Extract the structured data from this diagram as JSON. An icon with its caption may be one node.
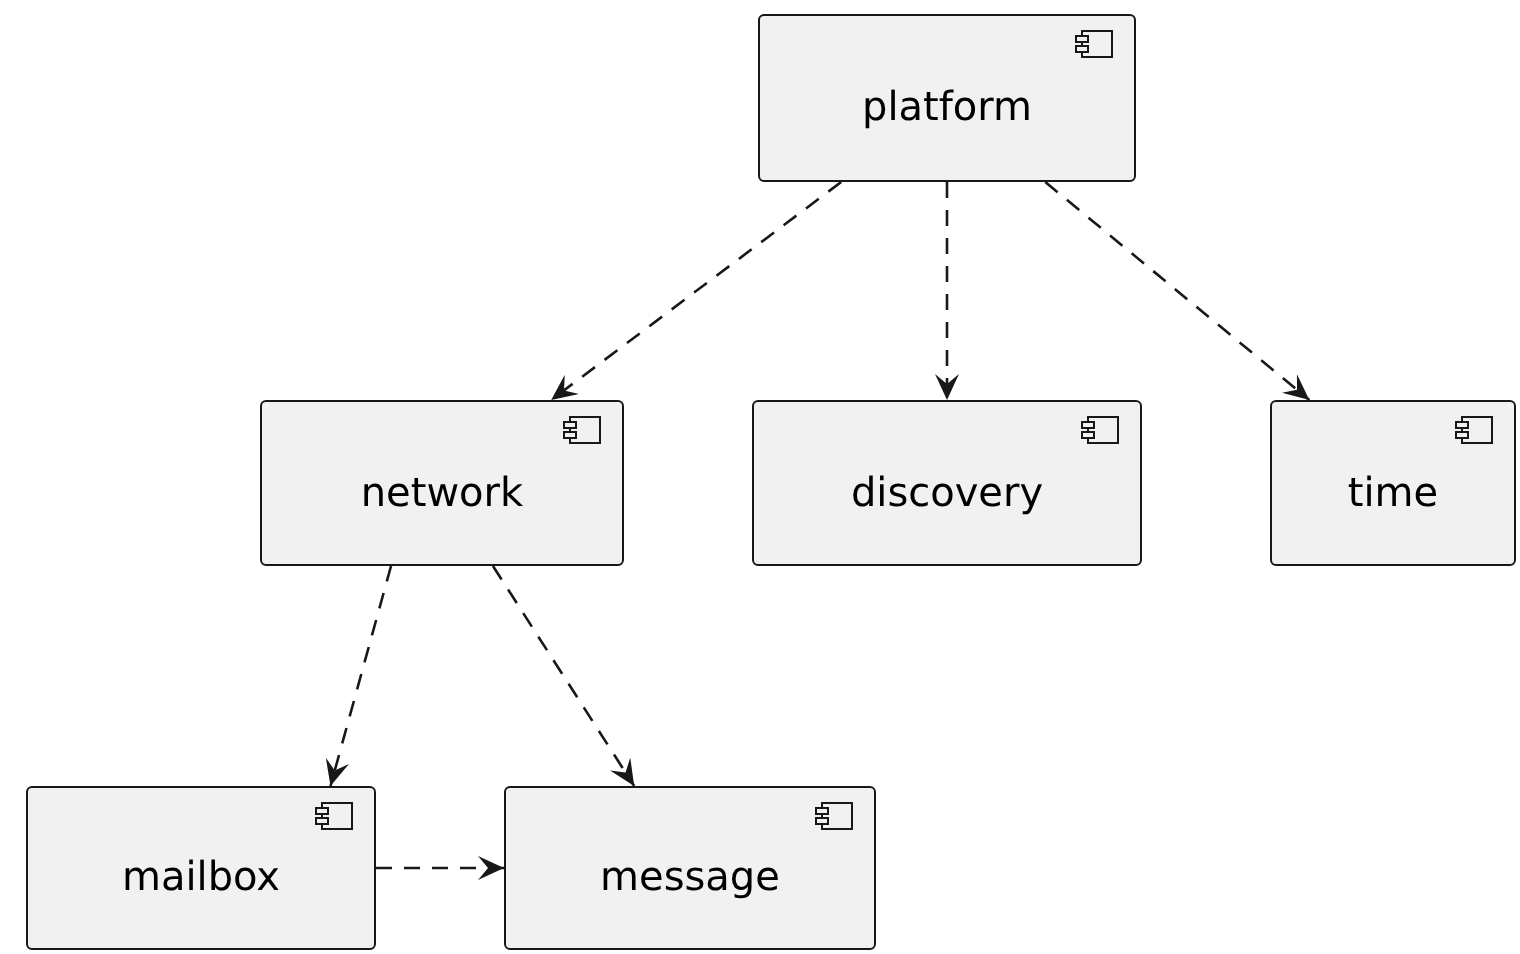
{
  "diagram": {
    "nodes": [
      {
        "text": [
          "platform"
        ]
      },
      {
        "text": [
          "network"
        ]
      },
      {
        "text": [
          "discovery"
        ]
      },
      {
        "text": [
          "time"
        ]
      },
      {
        "text": [
          "mailbox"
        ]
      },
      {
        "text": [
          "message"
        ]
      }
    ],
    "edges": [
      {
        "from": 0,
        "to": 1,
        "arrow": "to",
        "style": "dashed"
      },
      {
        "from": 0,
        "to": 2,
        "arrow": "to",
        "style": "dashed"
      },
      {
        "from": 0,
        "to": 3,
        "arrow": "to",
        "style": "dashed"
      },
      {
        "from": 1,
        "to": 4,
        "arrow": "to",
        "style": "dashed"
      },
      {
        "from": 1,
        "to": 5,
        "arrow": "to",
        "style": "dashed"
      },
      {
        "from": 4,
        "to": 5,
        "arrow": "to",
        "style": "dashed"
      }
    ]
  }
}
